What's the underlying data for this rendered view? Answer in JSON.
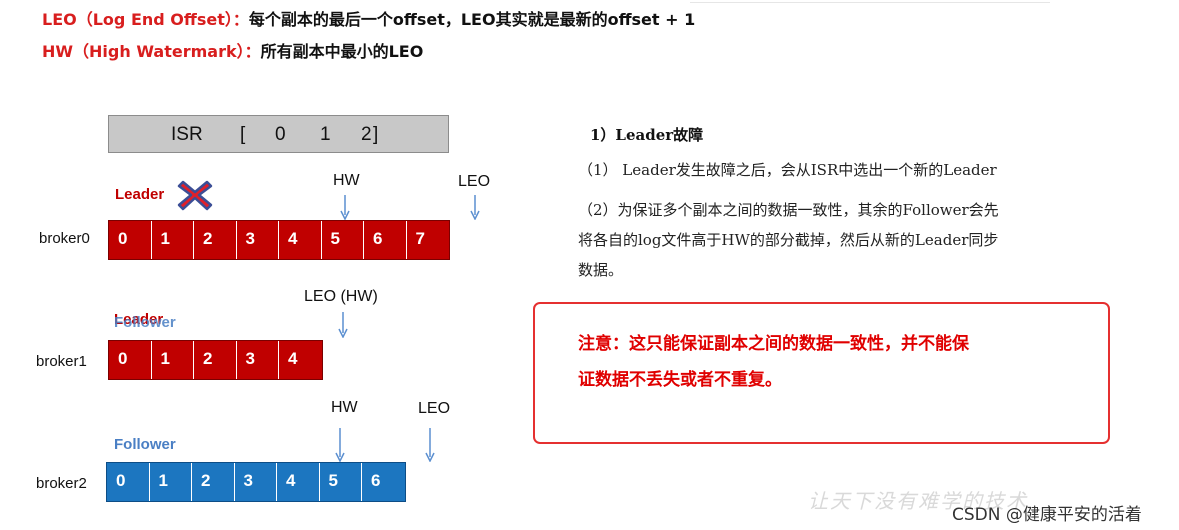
{
  "definitions": [
    {
      "term": "LEO（Log End Offset）：",
      "text": "每个副本的最后一个offset，LEO其实就是最新的offset + 1"
    },
    {
      "term": "HW（High Watermark）：",
      "text": "所有副本中最小的LEO"
    }
  ],
  "isr": {
    "label": "ISR",
    "open": "[",
    "values": [
      "0",
      "1",
      "2"
    ],
    "close": "]"
  },
  "brokers": [
    {
      "name": "broker0",
      "role": "Leader",
      "cells": [
        "0",
        "1",
        "2",
        "3",
        "4",
        "5",
        "6",
        "7"
      ]
    },
    {
      "name": "broker1",
      "role_old": "Leader",
      "role_new": "Follower",
      "cells": [
        "0",
        "1",
        "2",
        "3",
        "4"
      ]
    },
    {
      "name": "broker2",
      "role": "Follower",
      "cells": [
        "0",
        "1",
        "2",
        "3",
        "4",
        "5",
        "6"
      ]
    }
  ],
  "markers": {
    "broker0": {
      "hw": "HW",
      "leo": "LEO"
    },
    "broker1": {
      "leo_hw": "LEO (HW)"
    },
    "broker2": {
      "hw": "HW",
      "leo": "LEO"
    }
  },
  "explanation": {
    "title": "1）Leader故障",
    "lines": [
      "（1） Leader发生故障之后，会从ISR中选出一个新的Leader",
      "（2）为保证多个副本之间的数据一致性，其余的Follower会先",
      "将各自的log文件高于HW的部分截掉，然后从新的Leader同步",
      "数据。"
    ]
  },
  "note": {
    "line1": "注意：这只能保证副本之间的数据一致性，并不能保",
    "line2": "证数据不丢失或者不重复。"
  },
  "watermark": "让天下没有难学的技术",
  "credit": "CSDN @健康平安的活着",
  "colors": {
    "leader_red": "#c00000",
    "follower_blue": "#1c76c0",
    "note_red": "#e00000",
    "arrow_blue": "#5b8fd0"
  }
}
